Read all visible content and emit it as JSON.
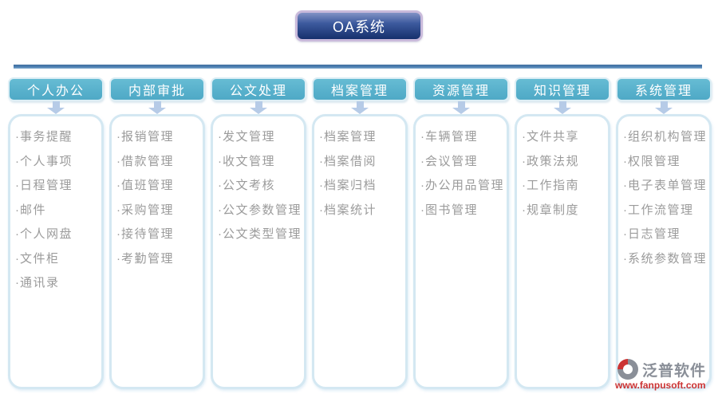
{
  "title": "OA系统",
  "bullet": "·",
  "columns": [
    {
      "header": "个人办公",
      "items": [
        "事务提醒",
        "个人事项",
        "日程管理",
        "邮件",
        "个人网盘",
        "文件柜",
        "通讯录"
      ]
    },
    {
      "header": "内部审批",
      "items": [
        "报销管理",
        "借款管理",
        "值班管理",
        "采购管理",
        "接待管理",
        "考勤管理"
      ]
    },
    {
      "header": "公文处理",
      "items": [
        "发文管理",
        "收文管理",
        "公文考核",
        "公文参数管理",
        "公文类型管理"
      ]
    },
    {
      "header": "档案管理",
      "items": [
        "档案管理",
        "档案借阅",
        "档案归档",
        "档案统计"
      ]
    },
    {
      "header": "资源管理",
      "items": [
        "车辆管理",
        "会议管理",
        "办公用品管理",
        "图书管理"
      ]
    },
    {
      "header": "知识管理",
      "items": [
        "文件共享",
        "政策法规",
        "工作指南",
        "规章制度"
      ]
    },
    {
      "header": "系统管理",
      "items": [
        "组织机构管理",
        "权限管理",
        "电子表单管理",
        "工作流管理",
        "日志管理",
        "系统参数管理"
      ]
    }
  ],
  "logo": {
    "name": "泛普软件",
    "url": "www.fanpusoft.com",
    "icon": "fanpu-swirl-icon"
  },
  "colors": {
    "title_bg_top": "#8293c5",
    "title_bg_bottom": "#16306c",
    "title_border": "#c9badb",
    "divider": "#4d7fb2",
    "header_bg": "#58b1cc",
    "arrow": "#b6cbe7",
    "box_border": "#d4e8f2",
    "item_text": "#9b9b9b",
    "logo_text": "#8a8f98",
    "logo_url": "#cc3333"
  }
}
